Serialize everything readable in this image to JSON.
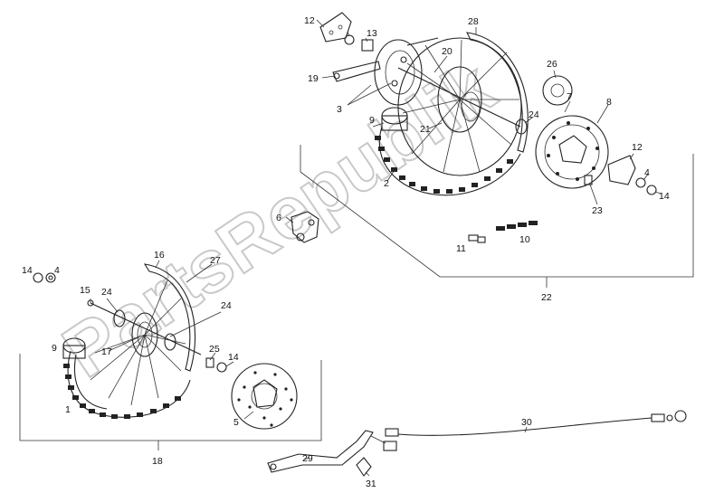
{
  "watermark": "PartsRepublik",
  "callouts": {
    "c1": "1",
    "c2": "2",
    "c3": "3",
    "c4a": "4",
    "c4b": "4",
    "c5": "5",
    "c6": "6",
    "c7": "7",
    "c8": "8",
    "c9a": "9",
    "c9b": "9",
    "c10": "10",
    "c11": "11",
    "c12a": "12",
    "c12b": "12",
    "c13": "13",
    "c14a": "14",
    "c14b": "14",
    "c14c": "14",
    "c15": "15",
    "c16": "16",
    "c17": "17",
    "c18": "18",
    "c19": "19",
    "c20": "20",
    "c21": "21",
    "c22": "22",
    "c23": "23",
    "c24a": "24",
    "c24b": "24",
    "c24c": "24",
    "c25": "25",
    "c26": "26",
    "c27": "27",
    "c28": "28",
    "c29": "29",
    "c30": "30",
    "c31": "31"
  }
}
